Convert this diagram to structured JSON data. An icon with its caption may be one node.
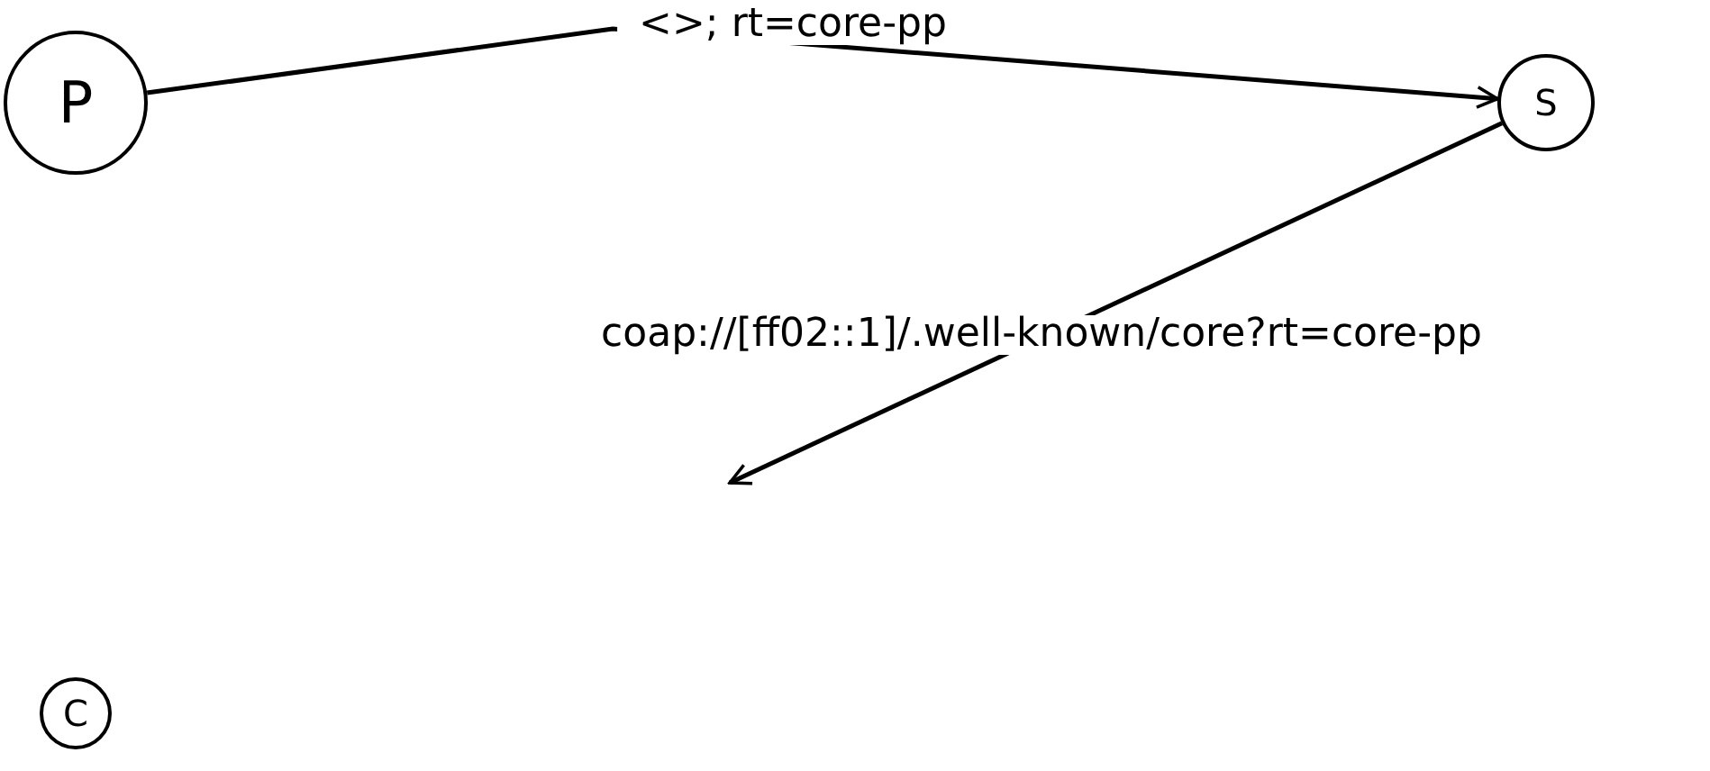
{
  "diagram": {
    "nodes": [
      {
        "text": [
          "P"
        ]
      },
      {
        "text": [
          "S"
        ]
      },
      {
        "text": [
          "C"
        ]
      }
    ],
    "edges": [
      {
        "from": 0,
        "to": 1,
        "arrow": "to",
        "label": "<>; rt=core-pp"
      },
      {
        "from": 1,
        "to": null,
        "arrow": "to",
        "label": "coap://[ff02::1]/.well-known/core?rt=core-pp"
      }
    ]
  }
}
